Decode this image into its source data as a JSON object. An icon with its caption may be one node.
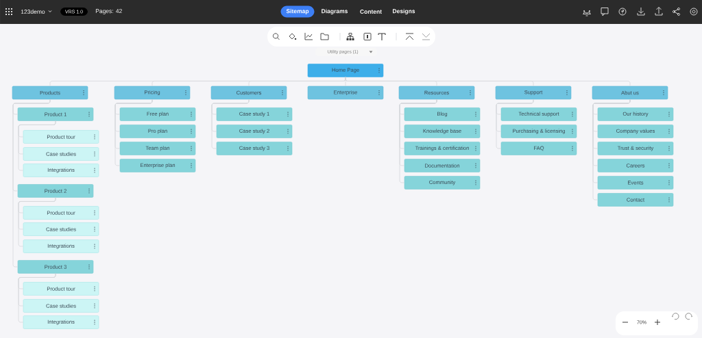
{
  "diagram": {
    "nodes": [
      {
        "text": [
          "Home Page"
        ]
      },
      {
        "text": [
          "Products"
        ]
      },
      {
        "text": [
          "Product 1"
        ]
      },
      {
        "text": [
          "Product tour"
        ]
      },
      {
        "text": [
          "Case studies"
        ]
      },
      {
        "text": [
          "Integrations"
        ]
      },
      {
        "text": [
          "Product 2"
        ]
      },
      {
        "text": [
          "Product tour"
        ]
      },
      {
        "text": [
          "Case studies"
        ]
      },
      {
        "text": [
          "Integrations"
        ]
      },
      {
        "text": [
          "Product 3"
        ]
      },
      {
        "text": [
          "Product tour"
        ]
      },
      {
        "text": [
          "Case studies"
        ]
      },
      {
        "text": [
          "Integrations"
        ]
      },
      {
        "text": [
          "Pricing"
        ]
      },
      {
        "text": [
          "Free plan"
        ]
      },
      {
        "text": [
          "Pro plan"
        ]
      },
      {
        "text": [
          "Team plan"
        ]
      },
      {
        "text": [
          "Enterprise plan"
        ]
      },
      {
        "text": [
          "Customers"
        ]
      },
      {
        "text": [
          "Case study 1"
        ]
      },
      {
        "text": [
          "Case study 2"
        ]
      },
      {
        "text": [
          "Case study 3"
        ]
      },
      {
        "text": [
          "Enterprise"
        ]
      },
      {
        "text": [
          "Resources"
        ]
      },
      {
        "text": [
          "Blog"
        ]
      },
      {
        "text": [
          "Knowledge base"
        ]
      },
      {
        "text": [
          "Trainings & certification"
        ]
      },
      {
        "text": [
          "Documentation"
        ]
      },
      {
        "text": [
          "Community"
        ]
      },
      {
        "text": [
          "Support"
        ]
      },
      {
        "text": [
          "Technical support"
        ]
      },
      {
        "text": [
          "Purchasing & licensing"
        ]
      },
      {
        "text": [
          "FAQ"
        ]
      },
      {
        "text": [
          "Abut us"
        ]
      },
      {
        "text": [
          "Our history"
        ]
      },
      {
        "text": [
          "Company values"
        ]
      },
      {
        "text": [
          "Trust & security"
        ]
      },
      {
        "text": [
          "Careers"
        ]
      },
      {
        "text": [
          "Events"
        ]
      },
      {
        "text": [
          "Contact"
        ]
      }
    ],
    "edges": [
      {
        "from": 0,
        "to": 1,
        "arrow": "none"
      },
      {
        "from": 0,
        "to": 14,
        "arrow": "none"
      },
      {
        "from": 0,
        "to": 19,
        "arrow": "none"
      },
      {
        "from": 0,
        "to": 23,
        "arrow": "none"
      },
      {
        "from": 0,
        "to": 24,
        "arrow": "none"
      },
      {
        "from": 0,
        "to": 30,
        "arrow": "none"
      },
      {
        "from": 0,
        "to": 34,
        "arrow": "none"
      },
      {
        "from": 1,
        "to": 2,
        "arrow": "none"
      },
      {
        "from": 1,
        "to": 6,
        "arrow": "none"
      },
      {
        "from": 1,
        "to": 10,
        "arrow": "none"
      },
      {
        "from": 2,
        "to": 3,
        "arrow": "none"
      },
      {
        "from": 2,
        "to": 4,
        "arrow": "none"
      },
      {
        "from": 2,
        "to": 5,
        "arrow": "none"
      },
      {
        "from": 6,
        "to": 7,
        "arrow": "none"
      },
      {
        "from": 6,
        "to": 8,
        "arrow": "none"
      },
      {
        "from": 6,
        "to": 9,
        "arrow": "none"
      },
      {
        "from": 10,
        "to": 11,
        "arrow": "none"
      },
      {
        "from": 10,
        "to": 12,
        "arrow": "none"
      },
      {
        "from": 10,
        "to": 13,
        "arrow": "none"
      },
      {
        "from": 14,
        "to": 15,
        "arrow": "none"
      },
      {
        "from": 14,
        "to": 16,
        "arrow": "none"
      },
      {
        "from": 14,
        "to": 17,
        "arrow": "none"
      },
      {
        "from": 14,
        "to": 18,
        "arrow": "none"
      },
      {
        "from": 19,
        "to": 20,
        "arrow": "none"
      },
      {
        "from": 19,
        "to": 21,
        "arrow": "none"
      },
      {
        "from": 19,
        "to": 22,
        "arrow": "none"
      },
      {
        "from": 24,
        "to": 25,
        "arrow": "none"
      },
      {
        "from": 24,
        "to": 26,
        "arrow": "none"
      },
      {
        "from": 24,
        "to": 27,
        "arrow": "none"
      },
      {
        "from": 24,
        "to": 28,
        "arrow": "none"
      },
      {
        "from": 24,
        "to": 29,
        "arrow": "none"
      },
      {
        "from": 30,
        "to": 31,
        "arrow": "none"
      },
      {
        "from": 30,
        "to": 32,
        "arrow": "none"
      },
      {
        "from": 30,
        "to": 33,
        "arrow": "none"
      },
      {
        "from": 34,
        "to": 35,
        "arrow": "none"
      },
      {
        "from": 34,
        "to": 36,
        "arrow": "none"
      },
      {
        "from": 34,
        "to": 37,
        "arrow": "none"
      },
      {
        "from": 34,
        "to": 38,
        "arrow": "none"
      },
      {
        "from": 34,
        "to": 39,
        "arrow": "none"
      },
      {
        "from": 34,
        "to": 40,
        "arrow": "none"
      }
    ],
    "labels": [
      "123demo",
      "VRS 1.0",
      "Pages: 42",
      "Sitemap",
      "Diagrams",
      "Content",
      "Designs",
      "Utility pages (1)",
      "70%"
    ]
  }
}
